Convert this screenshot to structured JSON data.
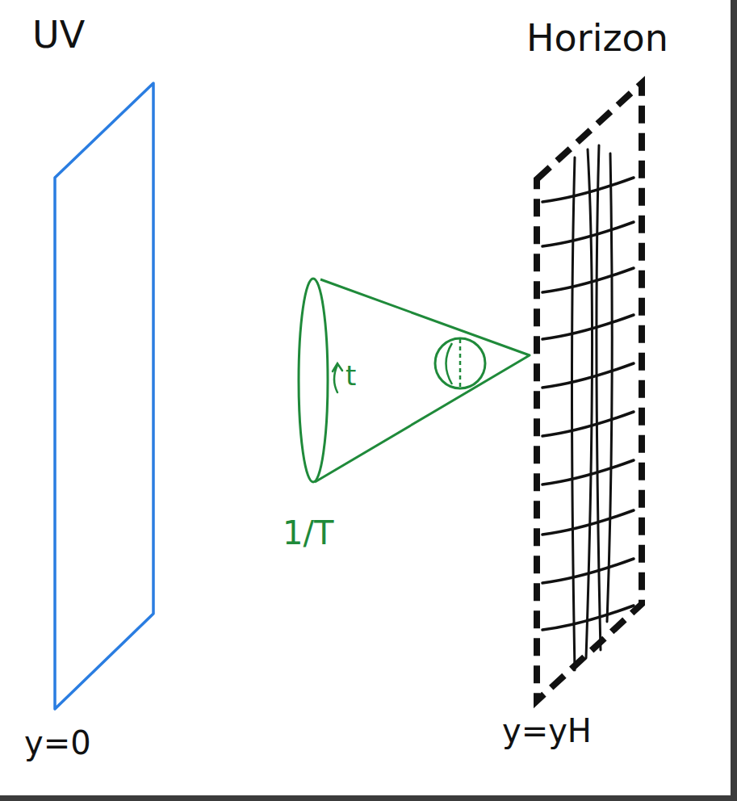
{
  "diagram": {
    "nodes": [
      {
        "text": [
          "UV",
          "y=0"
        ]
      },
      {
        "text": [
          "t",
          "1/T"
        ]
      },
      {
        "text": [
          "Horizon",
          "y=yH"
        ]
      }
    ]
  }
}
